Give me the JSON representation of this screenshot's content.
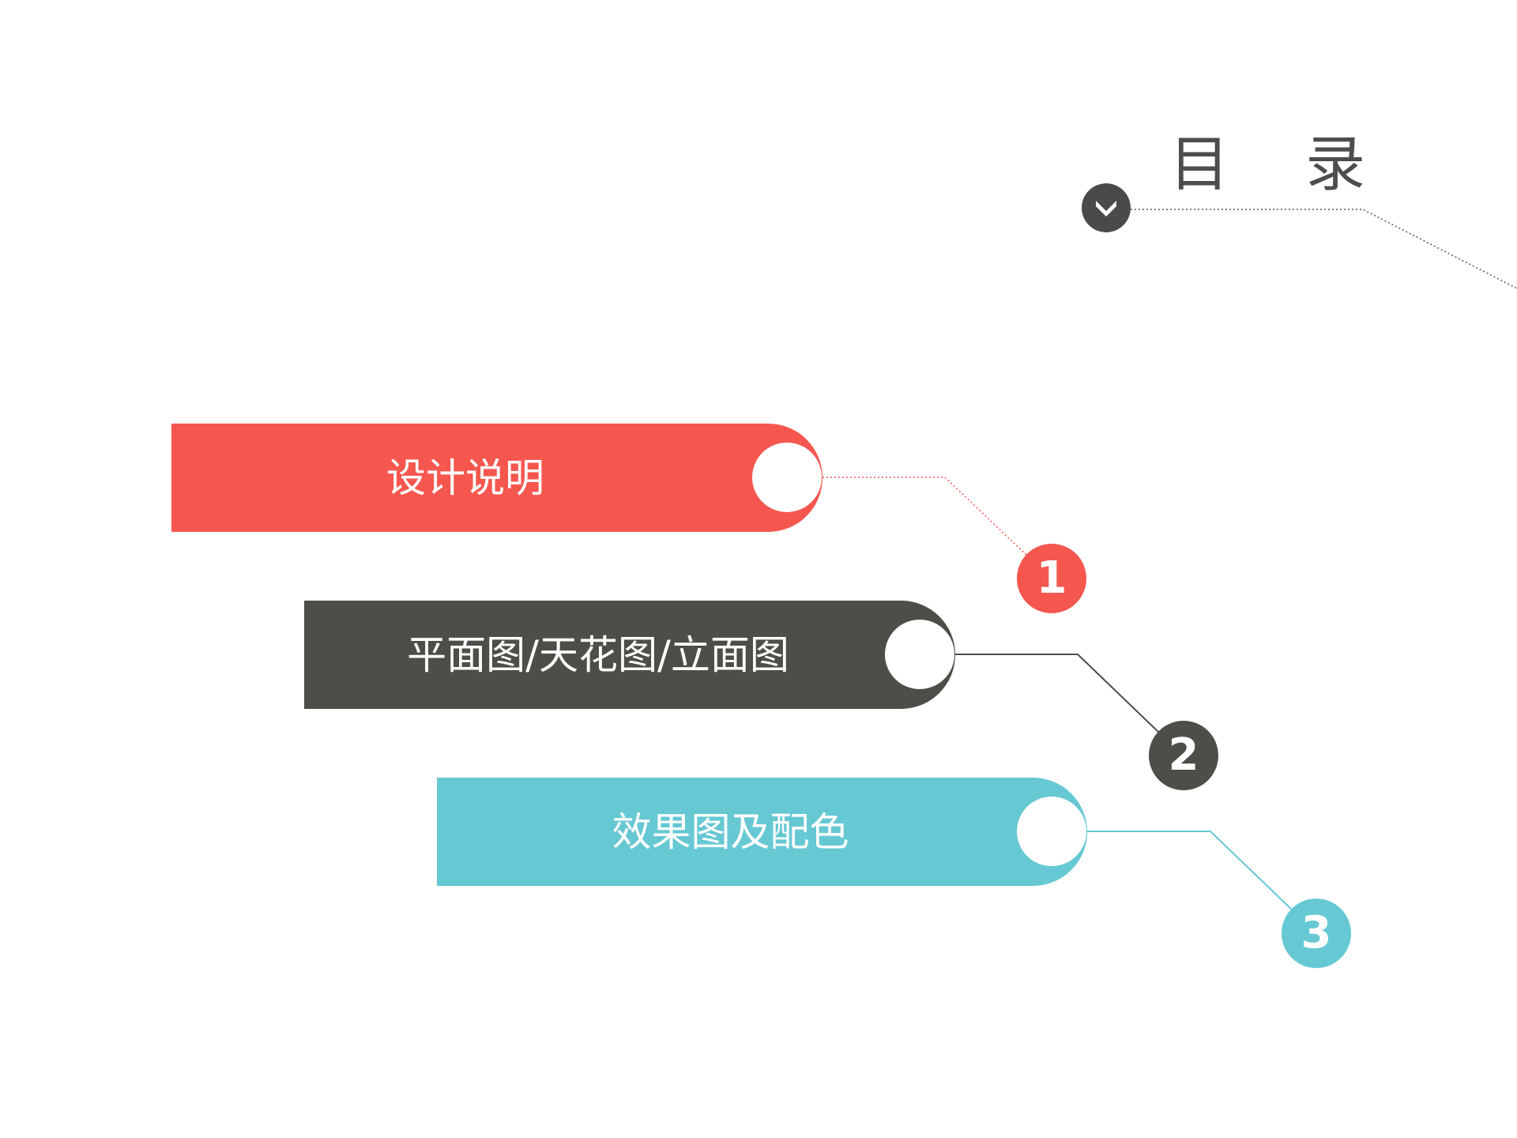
{
  "title": "目 录",
  "title_icon": "chevron-down-icon",
  "colors": {
    "red": "#f5574f",
    "dark": "#4f4d47",
    "teal": "#66c8d3",
    "title_gray": "#4d4d4d"
  },
  "items": [
    {
      "number": "1",
      "label": "设计说明"
    },
    {
      "number": "2",
      "label": "平面图/天花图/立面图"
    },
    {
      "number": "3",
      "label": "效果图及配色"
    }
  ]
}
